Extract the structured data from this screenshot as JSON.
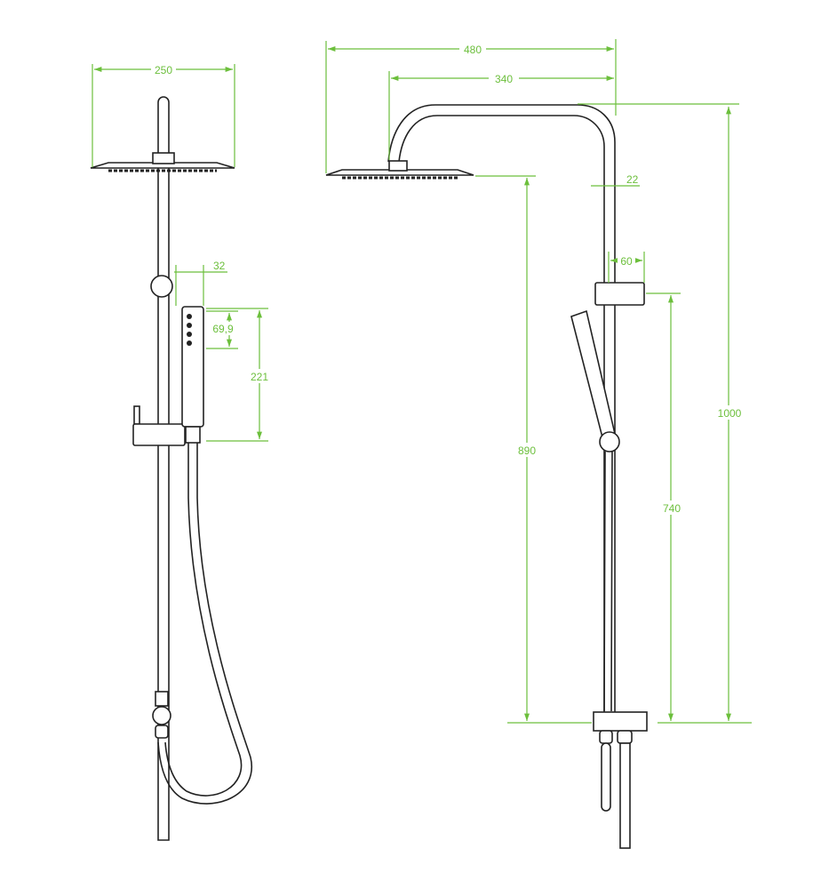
{
  "title": "Shower column technical drawing",
  "colors": {
    "dimension": "#6cbf3c",
    "outline": "#222222"
  },
  "side_view": {
    "dimensions": {
      "head_width": "250",
      "handshower_width": "32",
      "spray_height": "69,9",
      "handshower_length": "221"
    }
  },
  "front_view": {
    "dimensions": {
      "total_width": "480",
      "arm_reach": "340",
      "pipe_diameter": "22",
      "bracket_depth": "60",
      "total_height": "1000",
      "head_height": "890",
      "bracket_height": "740"
    }
  }
}
